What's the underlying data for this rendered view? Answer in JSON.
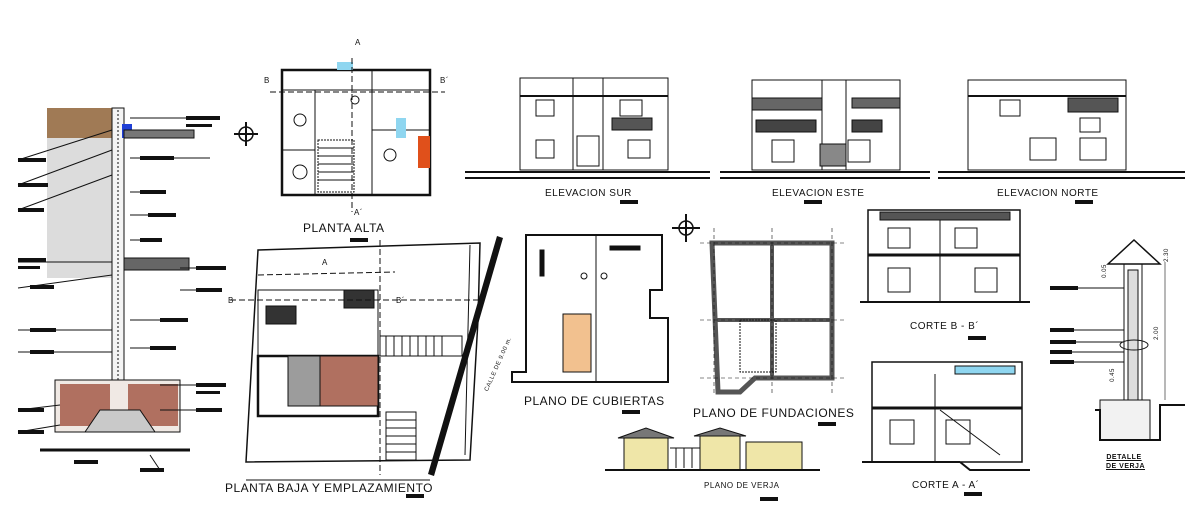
{
  "drawing": {
    "labels": {
      "planta_alta": "PLANTA  ALTA",
      "planta_baja": "PLANTA  BAJA Y EMPLAZAMIENTO",
      "plano_cubiertas": "PLANO DE CUBIERTAS",
      "plano_fundaciones": "PLANO DE FUNDACIONES",
      "plano_verja": "PLANO DE VERJA",
      "elevacion_sur": "ELEVACION  SUR",
      "elevacion_este": "ELEVACION  ESTE",
      "elevacion_norte": "ELEVACION  NORTE",
      "corte_bb": "CORTE  B - B´",
      "corte_aa": "CORTE  A - A´",
      "detalle_verja_1": "DETALLE",
      "detalle_verja_2": "DE VERJA",
      "calle": "CALLE DE 9.00 m."
    },
    "section_marks": {
      "a": "A",
      "b": "B",
      "b_prime": "B´",
      "a_prime": "A´"
    },
    "dimensions": {
      "d1": "0.05",
      "d2": "2.00",
      "d3": "2.30",
      "d4": "0.45"
    },
    "colors": {
      "line": "#111111",
      "wall": "#333333",
      "earth": "#a07a55",
      "brick": "#b8897a",
      "concrete": "#c9c9c9",
      "roof_tile": "#f2c18f",
      "fence_yellow": "#efe6a8",
      "water": "#8fd6f0",
      "accent_blue": "#1f3fd6",
      "accent_orange": "#e0501b"
    }
  }
}
